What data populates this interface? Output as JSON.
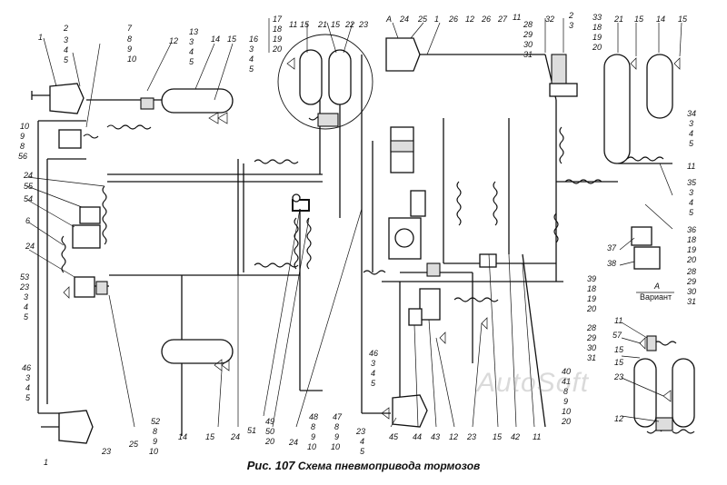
{
  "figure": {
    "caption_prefix": "Рис. 107",
    "caption_text": "Схема пневмопривода тормозов",
    "inset_view_label": "А",
    "inset_variant_label": "Вариант",
    "callout_label": "А",
    "watermark": "AutoSoft"
  },
  "leader_labels": {
    "left_top": [
      "1",
      "2",
      "3",
      "4",
      "5"
    ],
    "left_top_b": [
      "7",
      "8",
      "9",
      "10"
    ],
    "top_11": "11",
    "top_12": "12",
    "top_13_col": [
      "13",
      "3",
      "4",
      "5"
    ],
    "top_14": "14",
    "top_15": "15",
    "top_17_col": [
      "17",
      "18",
      "19",
      "20"
    ],
    "top_16_col": [
      "16",
      "3",
      "4",
      "5"
    ],
    "top_21_a": "21",
    "top_15_b": "15",
    "top_22": "22",
    "top_23": "23",
    "top_24": "24",
    "top_25": "25",
    "top_mid": [
      "1",
      "26",
      "12",
      "26",
      "27",
      "11"
    ],
    "top_right_col": [
      "28",
      "29",
      "30",
      "31"
    ],
    "top_32": "32",
    "top_33_col": [
      "2",
      "3",
      "33",
      "18",
      "19",
      "20"
    ],
    "top_21_r": "21",
    "top_15_r": "15",
    "top_14_r": "14",
    "top_15_rr": "15",
    "left_mid_col": [
      "10",
      "9",
      "8",
      "56"
    ],
    "left_24": "24",
    "left_55": "55",
    "left_54": "54",
    "left_6": "6",
    "left_24_b": "24",
    "left_53_col": [
      "53",
      "23",
      "3",
      "4",
      "5"
    ],
    "left_46_col": [
      "46",
      "3",
      "4",
      "5"
    ],
    "left_bottom_1": "1",
    "left_bottom_23": "23",
    "right_34_col": [
      "34",
      "3",
      "4",
      "5"
    ],
    "right_11": "11",
    "right_35_col": [
      "35",
      "3",
      "4",
      "5"
    ],
    "right_36_col": [
      "36",
      "18",
      "19",
      "20"
    ],
    "right_37": "37",
    "right_38": "38",
    "right_28_col": [
      "28",
      "29",
      "30",
      "31"
    ],
    "mid_39_col": [
      "39",
      "18",
      "19",
      "20"
    ],
    "mid_28_col": [
      "28",
      "29",
      "30",
      "31"
    ],
    "mid_40_col": [
      "40",
      "41",
      "8",
      "9",
      "10",
      "20"
    ],
    "bottom": [
      "25",
      "52",
      "8",
      "9",
      "10",
      "14",
      "15",
      "24",
      "51",
      "49",
      "50",
      "20",
      "24",
      "48",
      "8",
      "9",
      "10",
      "47",
      "8",
      "9",
      "10",
      "23",
      "4",
      "5",
      "46",
      "3",
      "4",
      "5",
      "45",
      "44",
      "43",
      "12",
      "23",
      "15",
      "42",
      "11"
    ],
    "inset": [
      "11",
      "57",
      "15",
      "15",
      "23",
      "12"
    ]
  }
}
